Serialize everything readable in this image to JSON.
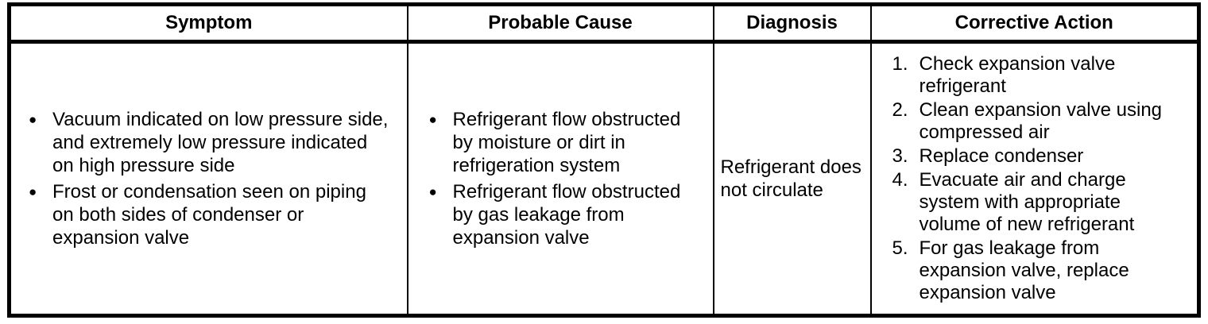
{
  "glyphs": {
    "bullet": "●"
  },
  "colors": {
    "border": "#000000",
    "background": "#ffffff",
    "text": "#000000"
  },
  "table": {
    "headers": [
      "Symptom",
      "Probable Cause",
      "Diagnosis",
      "Corrective Action"
    ],
    "row": {
      "symptoms": [
        "Vacuum indicated on low pressure side,\nand extremely low pressure indicated\non high pressure side",
        "Frost or condensation seen on piping\non both sides of condenser or\nexpansion valve"
      ],
      "probable_causes": [
        "Refrigerant flow obstructed\nby moisture or dirt in\nrefrigeration system",
        "Refrigerant flow obstructed\nby gas leakage from\nexpansion valve"
      ],
      "diagnosis": "Refrigerant does\nnot circulate",
      "corrective_actions": [
        {
          "num": "1.",
          "text": "Check expansion valve\nrefrigerant"
        },
        {
          "num": "2.",
          "text": "Clean expansion valve using\ncompressed air"
        },
        {
          "num": "3.",
          "text": "Replace condenser"
        },
        {
          "num": "4.",
          "text": "Evacuate air and charge\nsystem with appropriate\nvolume of new refrigerant"
        },
        {
          "num": "5.",
          "text": "For gas leakage from\nexpansion valve, replace\nexpansion valve"
        }
      ]
    }
  }
}
